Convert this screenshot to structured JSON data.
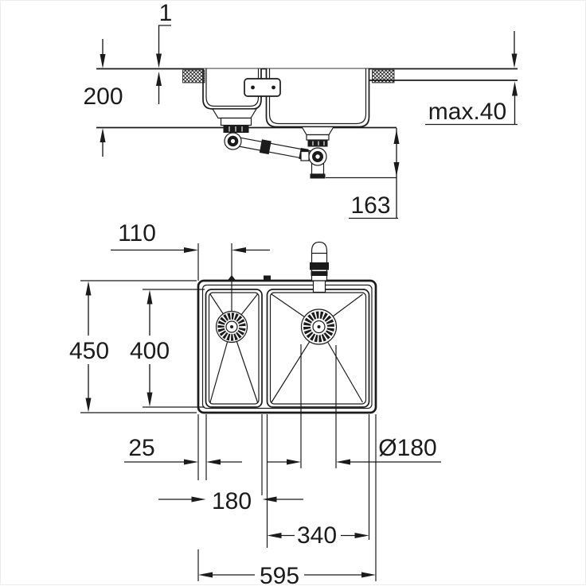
{
  "drawing": {
    "type": "technical-dimension-drawing",
    "line_color": "#1b1b1b",
    "background": "#ffffff",
    "section_view": {
      "dim_rim_height": "1",
      "dim_bowl_depth": "200",
      "dim_counter_thickness": "max.40",
      "dim_drain_drop": "163"
    },
    "plan_view": {
      "dim_drain_offset": "110",
      "dim_outer_depth": "450",
      "dim_bowl_length": "400",
      "dim_edge_to_bowl": "25",
      "dim_drain_diameter": "Ø180",
      "dim_left_bowl_width": "180",
      "dim_right_bowl_width": "340",
      "dim_overall_width": "595"
    }
  }
}
